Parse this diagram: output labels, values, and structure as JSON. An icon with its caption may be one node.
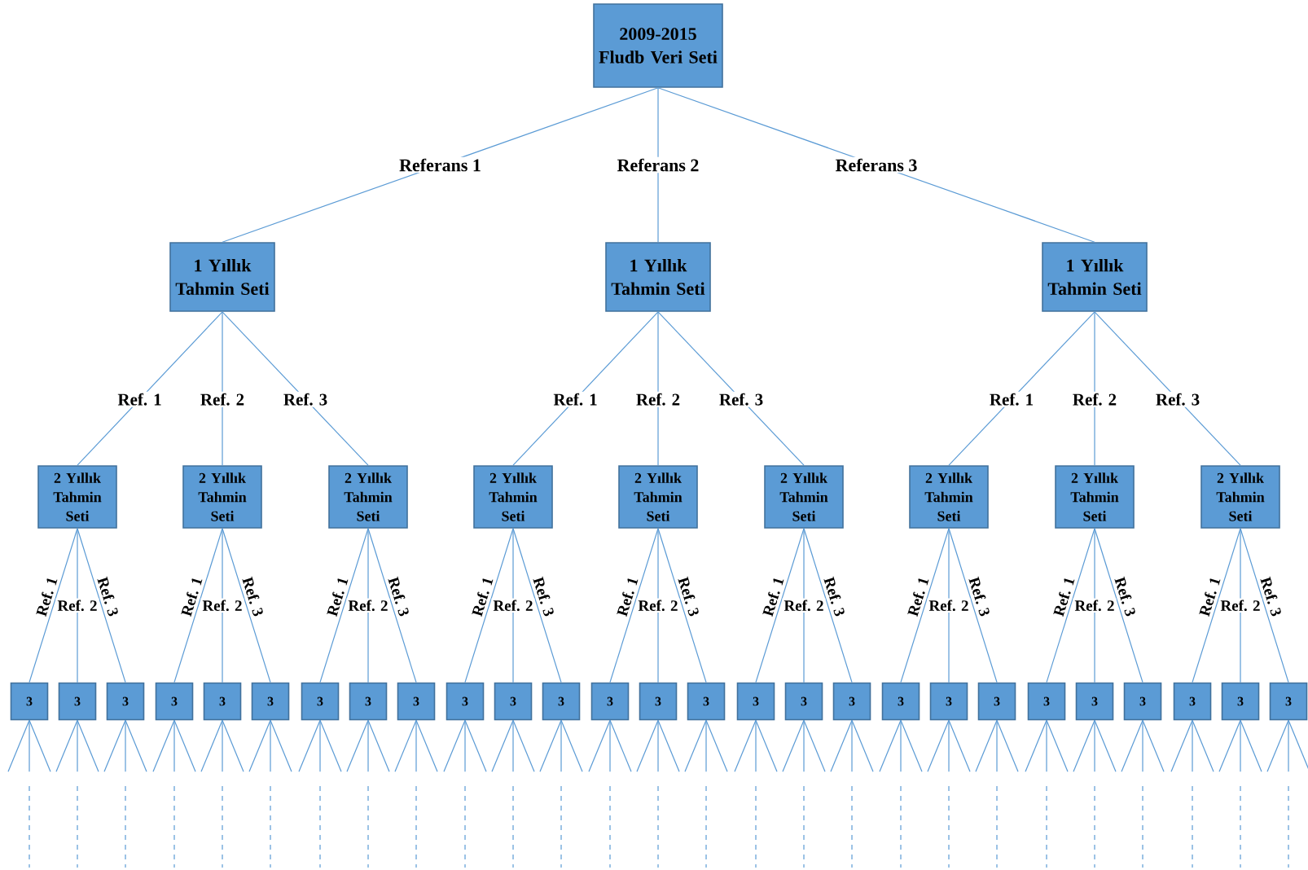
{
  "diagram": {
    "nodes": [
      {
        "text": [
          "2009-2015 Fludb Veri Seti"
        ]
      },
      {
        "text": [
          "1 Yıllık Tahmin Seti"
        ]
      },
      {
        "text": [
          "1 Yıllık Tahmin Seti"
        ]
      },
      {
        "text": [
          "1 Yıllık Tahmin Seti"
        ]
      },
      {
        "text": [
          "2 Yıllık Tahmin Seti"
        ]
      },
      {
        "text": [
          "2 Yıllık Tahmin Seti"
        ]
      },
      {
        "text": [
          "2 Yıllık Tahmin Seti"
        ]
      },
      {
        "text": [
          "2 Yıllık Tahmin Seti"
        ]
      },
      {
        "text": [
          "2 Yıllık Tahmin Seti"
        ]
      },
      {
        "text": [
          "2 Yıllık Tahmin Seti"
        ]
      },
      {
        "text": [
          "2 Yıllık Tahmin Seti"
        ]
      },
      {
        "text": [
          "2 Yıllık Tahmin Seti"
        ]
      },
      {
        "text": [
          "2 Yıllık Tahmin Seti"
        ]
      },
      {
        "text": [
          "3"
        ]
      },
      {
        "text": [
          "3"
        ]
      },
      {
        "text": [
          "3"
        ]
      },
      {
        "text": [
          "3"
        ]
      },
      {
        "text": [
          "3"
        ]
      },
      {
        "text": [
          "3"
        ]
      },
      {
        "text": [
          "3"
        ]
      },
      {
        "text": [
          "3"
        ]
      },
      {
        "text": [
          "3"
        ]
      },
      {
        "text": [
          "3"
        ]
      },
      {
        "text": [
          "3"
        ]
      },
      {
        "text": [
          "3"
        ]
      },
      {
        "text": [
          "3"
        ]
      },
      {
        "text": [
          "3"
        ]
      },
      {
        "text": [
          "3"
        ]
      },
      {
        "text": [
          "3"
        ]
      },
      {
        "text": [
          "3"
        ]
      },
      {
        "text": [
          "3"
        ]
      },
      {
        "text": [
          "3"
        ]
      },
      {
        "text": [
          "3"
        ]
      },
      {
        "text": [
          "3"
        ]
      },
      {
        "text": [
          "3"
        ]
      },
      {
        "text": [
          "3"
        ]
      },
      {
        "text": [
          "3"
        ]
      },
      {
        "text": [
          "3"
        ]
      },
      {
        "text": [
          "3"
        ]
      },
      {
        "text": [
          "3"
        ]
      }
    ],
    "edges": [
      {
        "from": 0,
        "to": 1,
        "arrow": "none",
        "label": "Referans 1"
      },
      {
        "from": 0,
        "to": 2,
        "arrow": "none",
        "label": "Referans 2"
      },
      {
        "from": 0,
        "to": 3,
        "arrow": "none",
        "label": "Referans 3"
      },
      {
        "from": 1,
        "to": 4,
        "arrow": "none",
        "label": "Ref. 1"
      },
      {
        "from": 1,
        "to": 5,
        "arrow": "none",
        "label": "Ref. 2"
      },
      {
        "from": 1,
        "to": 6,
        "arrow": "none",
        "label": "Ref. 3"
      },
      {
        "from": 2,
        "to": 7,
        "arrow": "none",
        "label": "Ref. 1"
      },
      {
        "from": 2,
        "to": 8,
        "arrow": "none",
        "label": "Ref. 2"
      },
      {
        "from": 2,
        "to": 9,
        "arrow": "none",
        "label": "Ref. 3"
      },
      {
        "from": 3,
        "to": 10,
        "arrow": "none",
        "label": "Ref. 1"
      },
      {
        "from": 3,
        "to": 11,
        "arrow": "none",
        "label": "Ref. 2"
      },
      {
        "from": 3,
        "to": 12,
        "arrow": "none",
        "label": "Ref. 3"
      },
      {
        "from": 4,
        "to": 13,
        "arrow": "none",
        "label": "Ref. 1"
      },
      {
        "from": 4,
        "to": 14,
        "arrow": "none",
        "label": "Ref. 2"
      },
      {
        "from": 4,
        "to": 15,
        "arrow": "none",
        "label": "Ref. 3"
      },
      {
        "from": 5,
        "to": 16,
        "arrow": "none",
        "label": "Ref. 1"
      },
      {
        "from": 5,
        "to": 17,
        "arrow": "none",
        "label": "Ref. 2"
      },
      {
        "from": 5,
        "to": 18,
        "arrow": "none",
        "label": "Ref. 3"
      },
      {
        "from": 6,
        "to": 19,
        "arrow": "none",
        "label": "Ref. 1"
      },
      {
        "from": 6,
        "to": 20,
        "arrow": "none",
        "label": "Ref. 2"
      },
      {
        "from": 6,
        "to": 21,
        "arrow": "none",
        "label": "Ref. 3"
      },
      {
        "from": 7,
        "to": 22,
        "arrow": "none",
        "label": "Ref. 1"
      },
      {
        "from": 7,
        "to": 23,
        "arrow": "none",
        "label": "Ref. 2"
      },
      {
        "from": 7,
        "to": 24,
        "arrow": "none",
        "label": "Ref. 3"
      },
      {
        "from": 8,
        "to": 25,
        "arrow": "none",
        "label": "Ref. 1"
      },
      {
        "from": 8,
        "to": 26,
        "arrow": "none",
        "label": "Ref. 2"
      },
      {
        "from": 8,
        "to": 27,
        "arrow": "none",
        "label": "Ref. 3"
      },
      {
        "from": 9,
        "to": 28,
        "arrow": "none",
        "label": "Ref. 1"
      },
      {
        "from": 9,
        "to": 29,
        "arrow": "none",
        "label": "Ref. 2"
      },
      {
        "from": 9,
        "to": 30,
        "arrow": "none",
        "label": "Ref. 3"
      },
      {
        "from": 10,
        "to": 31,
        "arrow": "none",
        "label": "Ref. 1"
      },
      {
        "from": 10,
        "to": 32,
        "arrow": "none",
        "label": "Ref. 2"
      },
      {
        "from": 10,
        "to": 33,
        "arrow": "none",
        "label": "Ref. 3"
      },
      {
        "from": 11,
        "to": 34,
        "arrow": "none",
        "label": "Ref. 1"
      },
      {
        "from": 11,
        "to": 35,
        "arrow": "none",
        "label": "Ref. 2"
      },
      {
        "from": 11,
        "to": 36,
        "arrow": "none",
        "label": "Ref. 3"
      },
      {
        "from": 12,
        "to": 37,
        "arrow": "none",
        "label": "Ref. 1"
      },
      {
        "from": 12,
        "to": 38,
        "arrow": "none",
        "label": "Ref. 2"
      },
      {
        "from": 12,
        "to": 39,
        "arrow": "none",
        "label": "Ref. 3"
      },
      {
        "from": 13,
        "to": null,
        "arrow": "none"
      },
      {
        "from": 13,
        "to": null,
        "arrow": "none"
      },
      {
        "from": 13,
        "to": null,
        "arrow": "none"
      },
      {
        "from": 14,
        "to": null,
        "arrow": "none"
      },
      {
        "from": 14,
        "to": null,
        "arrow": "none"
      },
      {
        "from": 14,
        "to": null,
        "arrow": "none"
      },
      {
        "from": 15,
        "to": null,
        "arrow": "none"
      },
      {
        "from": 15,
        "to": null,
        "arrow": "none"
      },
      {
        "from": 15,
        "to": null,
        "arrow": "none"
      },
      {
        "from": 16,
        "to": null,
        "arrow": "none"
      },
      {
        "from": 16,
        "to": null,
        "arrow": "none"
      },
      {
        "from": 16,
        "to": null,
        "arrow": "none"
      },
      {
        "from": 17,
        "to": null,
        "arrow": "none"
      },
      {
        "from": 17,
        "to": null,
        "arrow": "none"
      },
      {
        "from": 17,
        "to": null,
        "arrow": "none"
      },
      {
        "from": 18,
        "to": null,
        "arrow": "none"
      },
      {
        "from": 18,
        "to": null,
        "arrow": "none"
      },
      {
        "from": 18,
        "to": null,
        "arrow": "none"
      },
      {
        "from": 19,
        "to": null,
        "arrow": "none"
      },
      {
        "from": 19,
        "to": null,
        "arrow": "none"
      },
      {
        "from": 19,
        "to": null,
        "arrow": "none"
      },
      {
        "from": 20,
        "to": null,
        "arrow": "none"
      },
      {
        "from": 20,
        "to": null,
        "arrow": "none"
      },
      {
        "from": 20,
        "to": null,
        "arrow": "none"
      },
      {
        "from": 21,
        "to": null,
        "arrow": "none"
      },
      {
        "from": 21,
        "to": null,
        "arrow": "none"
      },
      {
        "from": 21,
        "to": null,
        "arrow": "none"
      },
      {
        "from": 22,
        "to": null,
        "arrow": "none"
      },
      {
        "from": 22,
        "to": null,
        "arrow": "none"
      },
      {
        "from": 22,
        "to": null,
        "arrow": "none"
      },
      {
        "from": 23,
        "to": null,
        "arrow": "none"
      },
      {
        "from": 23,
        "to": null,
        "arrow": "none"
      },
      {
        "from": 23,
        "to": null,
        "arrow": "none"
      },
      {
        "from": 24,
        "to": null,
        "arrow": "none"
      },
      {
        "from": 24,
        "to": null,
        "arrow": "none"
      },
      {
        "from": 24,
        "to": null,
        "arrow": "none"
      },
      {
        "from": 25,
        "to": null,
        "arrow": "none"
      },
      {
        "from": 25,
        "to": null,
        "arrow": "none"
      },
      {
        "from": 25,
        "to": null,
        "arrow": "none"
      },
      {
        "from": 26,
        "to": null,
        "arrow": "none"
      },
      {
        "from": 26,
        "to": null,
        "arrow": "none"
      },
      {
        "from": 26,
        "to": null,
        "arrow": "none"
      },
      {
        "from": 27,
        "to": null,
        "arrow": "none"
      },
      {
        "from": 27,
        "to": null,
        "arrow": "none"
      },
      {
        "from": 27,
        "to": null,
        "arrow": "none"
      },
      {
        "from": 28,
        "to": null,
        "arrow": "none"
      },
      {
        "from": 28,
        "to": null,
        "arrow": "none"
      },
      {
        "from": 28,
        "to": null,
        "arrow": "none"
      },
      {
        "from": 29,
        "to": null,
        "arrow": "none"
      },
      {
        "from": 29,
        "to": null,
        "arrow": "none"
      },
      {
        "from": 29,
        "to": null,
        "arrow": "none"
      },
      {
        "from": 30,
        "to": null,
        "arrow": "none"
      },
      {
        "from": 30,
        "to": null,
        "arrow": "none"
      },
      {
        "from": 30,
        "to": null,
        "arrow": "none"
      },
      {
        "from": 31,
        "to": null,
        "arrow": "none"
      },
      {
        "from": 31,
        "to": null,
        "arrow": "none"
      },
      {
        "from": 31,
        "to": null,
        "arrow": "none"
      },
      {
        "from": 32,
        "to": null,
        "arrow": "none"
      },
      {
        "from": 32,
        "to": null,
        "arrow": "none"
      },
      {
        "from": 32,
        "to": null,
        "arrow": "none"
      },
      {
        "from": 33,
        "to": null,
        "arrow": "none"
      },
      {
        "from": 33,
        "to": null,
        "arrow": "none"
      },
      {
        "from": 33,
        "to": null,
        "arrow": "none"
      },
      {
        "from": 34,
        "to": null,
        "arrow": "none"
      },
      {
        "from": 34,
        "to": null,
        "arrow": "none"
      },
      {
        "from": 34,
        "to": null,
        "arrow": "none"
      },
      {
        "from": 35,
        "to": null,
        "arrow": "none"
      },
      {
        "from": 35,
        "to": null,
        "arrow": "none"
      },
      {
        "from": 35,
        "to": null,
        "arrow": "none"
      },
      {
        "from": 36,
        "to": null,
        "arrow": "none"
      },
      {
        "from": 36,
        "to": null,
        "arrow": "none"
      },
      {
        "from": 36,
        "to": null,
        "arrow": "none"
      },
      {
        "from": 37,
        "to": null,
        "arrow": "none"
      },
      {
        "from": 37,
        "to": null,
        "arrow": "none"
      },
      {
        "from": 37,
        "to": null,
        "arrow": "none"
      },
      {
        "from": 38,
        "to": null,
        "arrow": "none"
      },
      {
        "from": 38,
        "to": null,
        "arrow": "none"
      },
      {
        "from": 38,
        "to": null,
        "arrow": "none"
      },
      {
        "from": 39,
        "to": null,
        "arrow": "none"
      },
      {
        "from": 39,
        "to": null,
        "arrow": "none"
      },
      {
        "from": 39,
        "to": null,
        "arrow": "none"
      }
    ]
  }
}
